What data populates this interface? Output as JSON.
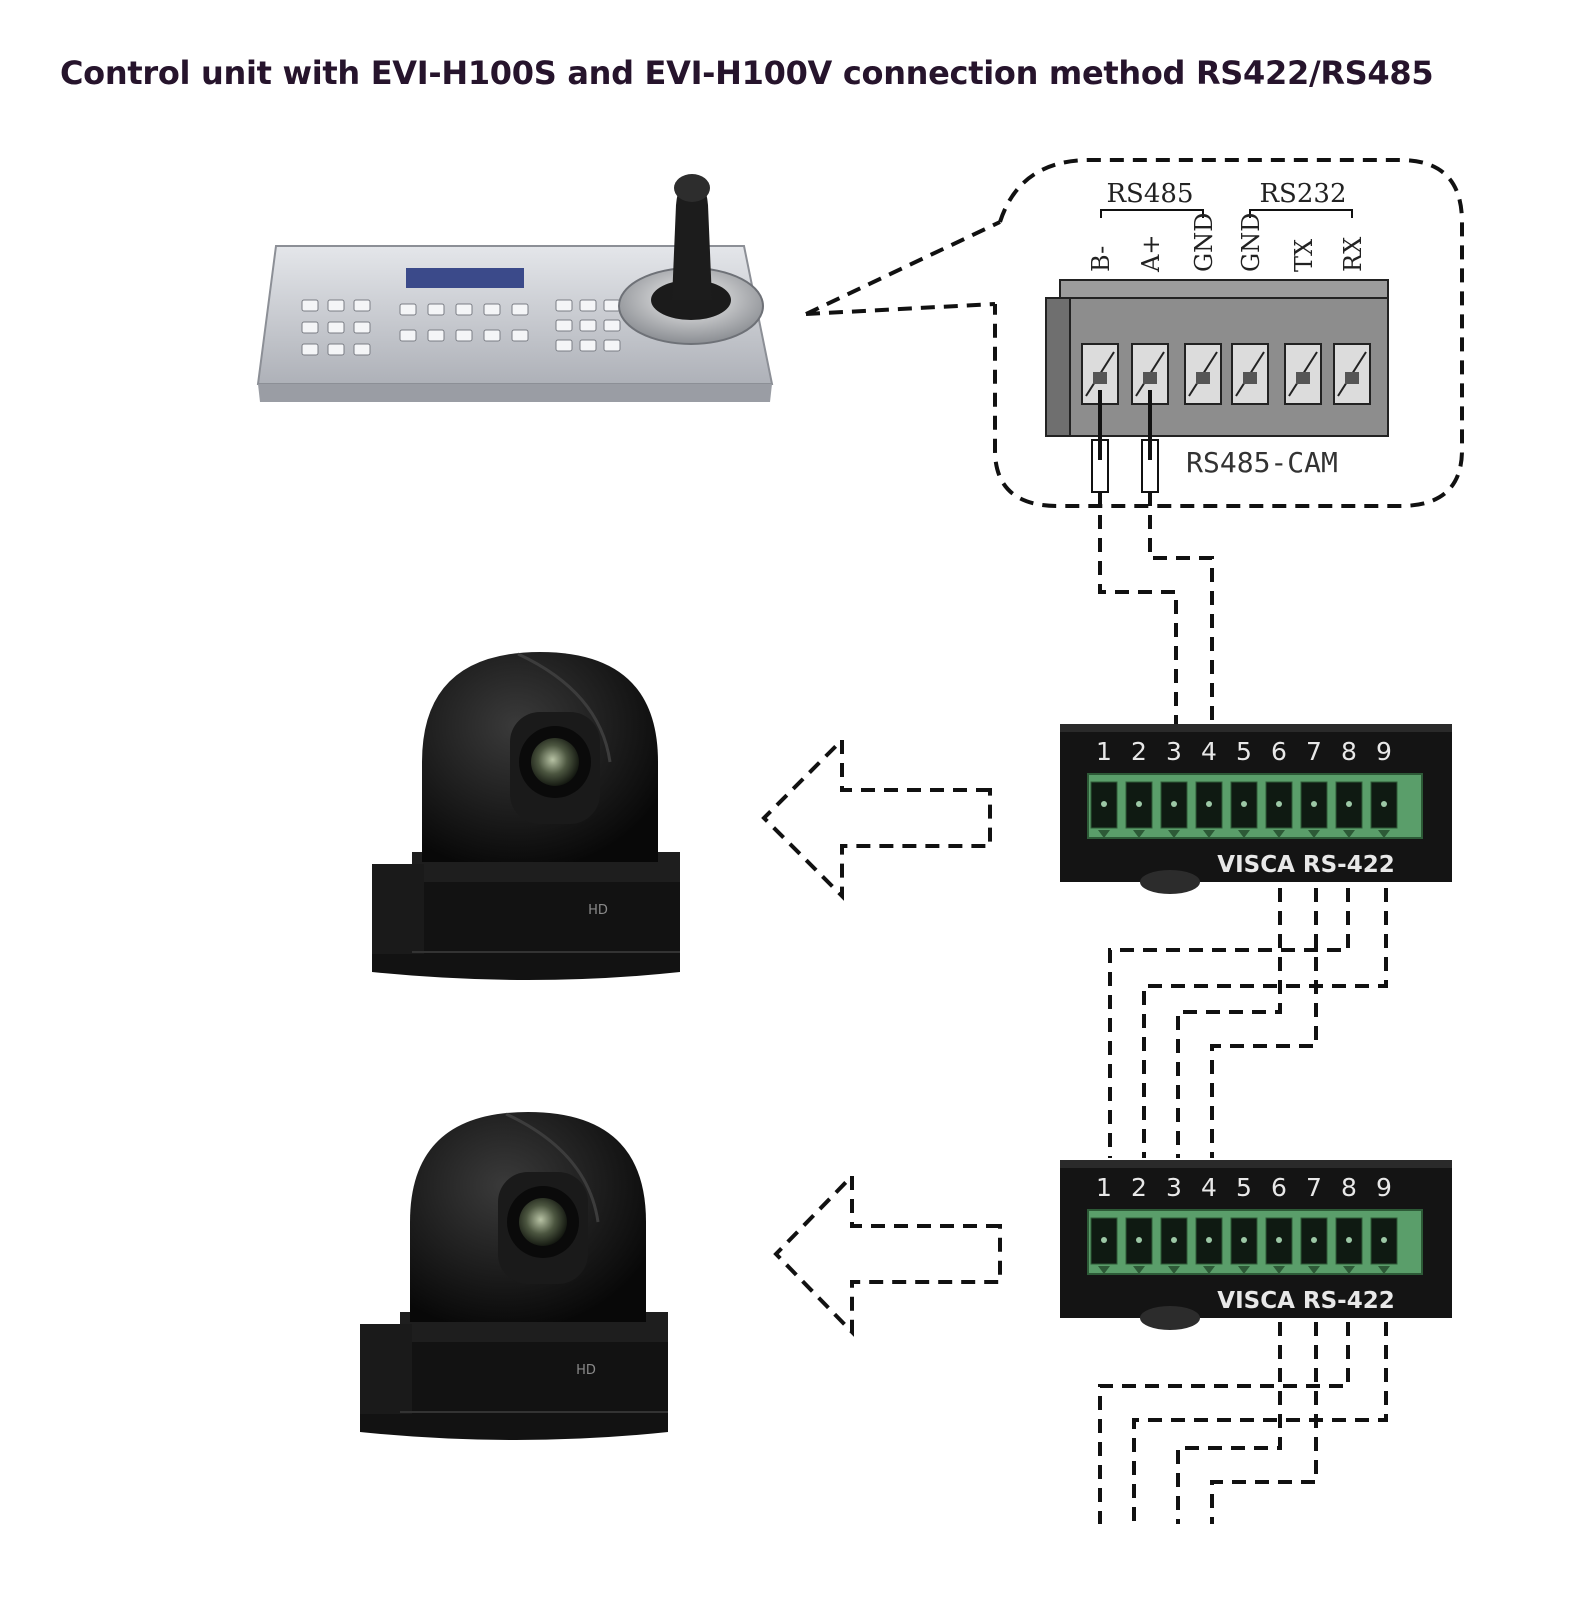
{
  "title": "Control unit with EVI-H100S and EVI-H100V connection method RS422/RS485",
  "control_unit": {
    "rs485_group": "RS485",
    "rs232_group": "RS232",
    "pins": [
      "B-",
      "A+",
      "GND",
      "GND",
      "TX",
      "RX"
    ],
    "port_label": "RS485-CAM"
  },
  "visca_ports": [
    {
      "pins": [
        "1",
        "2",
        "3",
        "4",
        "5",
        "6",
        "7",
        "8",
        "9"
      ],
      "label": "VISCA RS-422"
    },
    {
      "pins": [
        "1",
        "2",
        "3",
        "4",
        "5",
        "6",
        "7",
        "8",
        "9"
      ],
      "label": "VISCA RS-422"
    }
  ],
  "cameras": [
    {
      "badge": "HD"
    },
    {
      "badge": "HD"
    }
  ],
  "colors": {
    "title": "#26142c",
    "terminal_green": "#5a9e6a",
    "panel_black": "#141414",
    "keyboard_silver": "#cfd1d6"
  }
}
